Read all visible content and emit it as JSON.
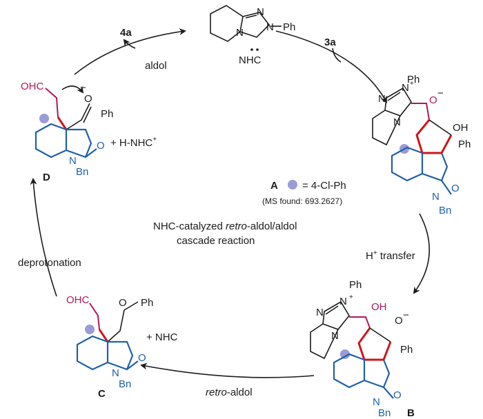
{
  "steps": {
    "reagent_top_left": "4a",
    "aldol": "aldol",
    "reagent_top_right": "3a",
    "h_transfer": "H",
    "h_transfer_sup": "+",
    "h_transfer_rest": " transfer",
    "retro_aldol_italic": "retro",
    "retro_aldol_rest": "-aldol",
    "deprotonation": "deprotonation"
  },
  "center": {
    "line1_pre": "NHC-catalyzed ",
    "line1_italic": "retro",
    "line1_post": "-aldol/aldol",
    "line2": "cascade reaction"
  },
  "catalyst": {
    "label": "NHC",
    "ph": "Ph",
    "n1": "N",
    "n2": "N",
    "n3": "N"
  },
  "intA": {
    "label": "A",
    "legend": "= 4-Cl-Ph",
    "ms": "(MS found: 693.2627)",
    "ph_top": "Ph",
    "n_plus": "N",
    "plus": "+",
    "n_a": "N",
    "n_b": "N",
    "o_minus": "O",
    "minus": "−",
    "oh": "OH",
    "ph_right": "Ph",
    "oxindole_o": "O",
    "n_bn": "N",
    "bn": "Bn"
  },
  "intB": {
    "label": "B",
    "ph_top": "Ph",
    "n_plus": "N",
    "plus": "+",
    "n_a": "N",
    "n_b": "N",
    "oh": "OH",
    "o_minus": "O",
    "minus": "−",
    "ph_right": "Ph",
    "oxindole_o": "O",
    "n_bn": "N",
    "bn": "Bn"
  },
  "intC": {
    "label": "C",
    "ohc": "OHC",
    "o_ketone": "O",
    "ph": "Ph",
    "plus_nhc": "+ NHC",
    "oxindole_o": "O",
    "n_bn": "N",
    "bn": "Bn"
  },
  "intD": {
    "label": "D",
    "ohc": "OHC",
    "o_enolate": "O",
    "minus": "−",
    "ph": "Ph",
    "plus_h_nhc": "+ H-NHC",
    "plus_sup": "+",
    "oxindole_o": "O",
    "n_bn": "N",
    "bn": "Bn"
  },
  "colors": {
    "blue": "#1f5fa8",
    "red": "#d0141c",
    "magenta": "#b0165a",
    "dot": "#9b9bd6"
  }
}
